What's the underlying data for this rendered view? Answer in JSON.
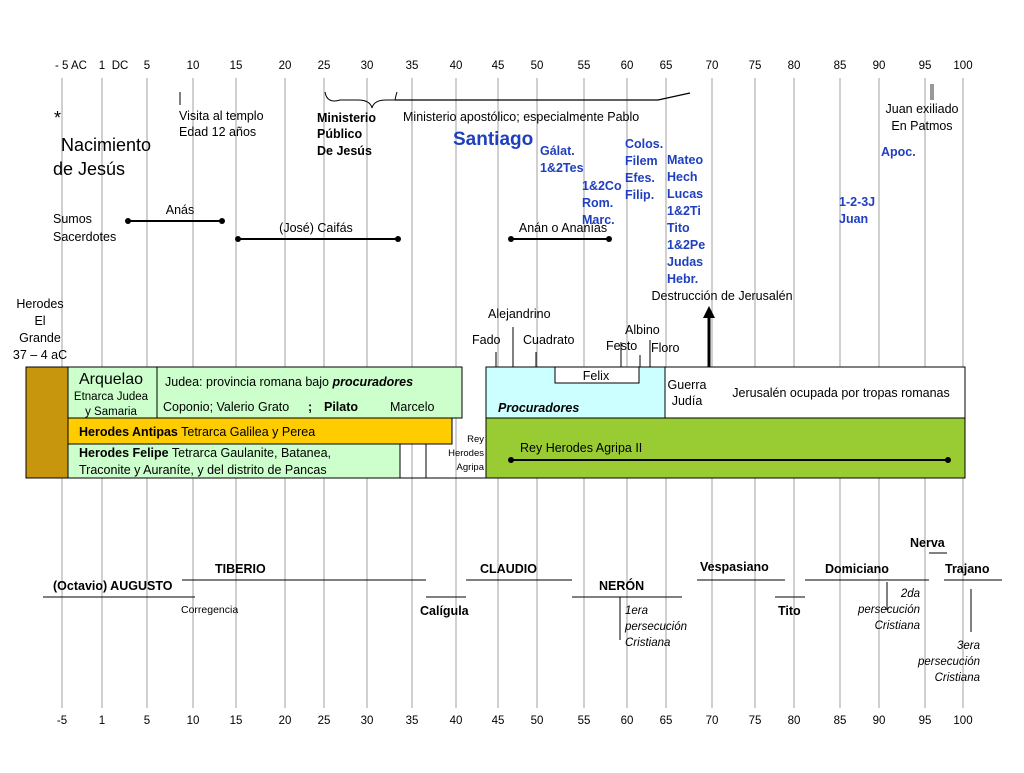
{
  "colors": {
    "line": "#000000",
    "gridline": "#888888",
    "blue_text": "#1f3fbf",
    "herodes_gold": "#c8960c",
    "archelaus_green": "#ccffcc",
    "procurators_cyan": "#ccffff",
    "antipas_yellow": "#ffcc00",
    "agrippa_green": "#99cc33"
  },
  "axis": {
    "top_ticks": [
      "- 5 AC",
      "1",
      "DC",
      "5",
      "10",
      "15",
      "20",
      "25",
      "30",
      "35",
      "40",
      "45",
      "50",
      "55",
      "60",
      "65",
      "70",
      "75",
      "80",
      "85",
      "90",
      "95",
      "100"
    ],
    "bottom_ticks": [
      "-5",
      "1",
      "5",
      "10",
      "15",
      "20",
      "25",
      "30",
      "35",
      "40",
      "45",
      "50",
      "55",
      "60",
      "65",
      "70",
      "75",
      "80",
      "85",
      "90",
      "95",
      "100"
    ]
  },
  "jesus": {
    "star": "*",
    "birth_line1": "Nacimiento",
    "birth_line2": "de Jesús",
    "temple_line1": "Visita al templo",
    "temple_line2": "Edad 12 años",
    "ministry_line1": "Ministerio",
    "ministry_line2": "Público",
    "ministry_line3": "De Jesús"
  },
  "apostolic": {
    "ministry_label": "Ministerio apostólico; especialmente Pablo",
    "santiago": "Santiago",
    "group1": [
      "Gálat.",
      "1&2Tes"
    ],
    "group2": [
      "1&2Co",
      "Rom.",
      "Marc."
    ],
    "group3": [
      "Colos.",
      "Filem",
      "Efes.",
      "Filip."
    ],
    "group4": [
      "Mateo",
      "Hech",
      "Lucas",
      "1&2Ti",
      "Tito",
      "1&2Pe",
      "Judas",
      "Hebr."
    ],
    "group5": [
      "1-2-3J",
      "Juan"
    ],
    "exile_line1": "Juan exiliado",
    "exile_line2": "En Patmos",
    "apoc": "Apoc."
  },
  "priests": {
    "label_line1": "Sumos",
    "label_line2": "Sacerdotes",
    "anas": "Anás",
    "caifas": "(José) Caifás",
    "anan": "Anán o Ananías"
  },
  "events": {
    "destruccion": "Destrucción de Jerusalén"
  },
  "herodes": {
    "line1": "Herodes",
    "line2": "El",
    "line3": "Grande",
    "line4": "37 – 4 aC"
  },
  "procurators_names": {
    "alejandrino": "Alejandrino",
    "fado": "Fado",
    "cuadrato": "Cuadrato",
    "albino": "Albino",
    "festo": "Festo",
    "floro": "Floro",
    "felix": "Felix"
  },
  "bars": {
    "arquelao": "Arquelao",
    "etnarca_line1": "Etnarca Judea",
    "etnarca_line2": "y Samaria",
    "judea_plain": "Judea: provincia romana bajo ",
    "judea_italic": "procuradores",
    "coponio": "Coponio; Valerio Grato",
    "coponio_sep": ";",
    "pilato": "Pilato",
    "marcelo": "Marcelo",
    "procuradores": "Procuradores",
    "guerra_line1": "Guerra",
    "guerra_line2": "Judía",
    "jerusalen_ocupada": "Jerusalén ocupada por tropas romanas",
    "antipas_bold": "Herodes Antipas",
    "antipas_rest": " Tetrarca Galilea y Perea",
    "felipe_bold": "Herodes Felipe",
    "felipe_rest": " Tetrarca Gaulanite, Batanea,",
    "felipe_line2": "Traconite y Auraníte, y del distrito de Pancas",
    "rey_line1": "Rey",
    "rey_line2": "Herodes",
    "rey_line3": "Agripa",
    "agripa2": "Rey Herodes Agripa II"
  },
  "emperors": {
    "augusto": "(Octavio) AUGUSTO",
    "tiberio": "TIBERIO",
    "corregencia": "Corregencia",
    "caligula": "Calígula",
    "claudio": "CLAUDIO",
    "neron": "NERÓN",
    "persec1": [
      "1era",
      "persecución",
      "Cristiana"
    ],
    "vespasiano": "Vespasiano",
    "tito": "Tito",
    "domiciano": "Domiciano",
    "persec2": [
      "2da",
      "persecución",
      "Cristiana"
    ],
    "nerva": "Nerva",
    "trajano": "Trajano",
    "persec3": [
      "3era",
      "persecución",
      "Cristiana"
    ]
  }
}
